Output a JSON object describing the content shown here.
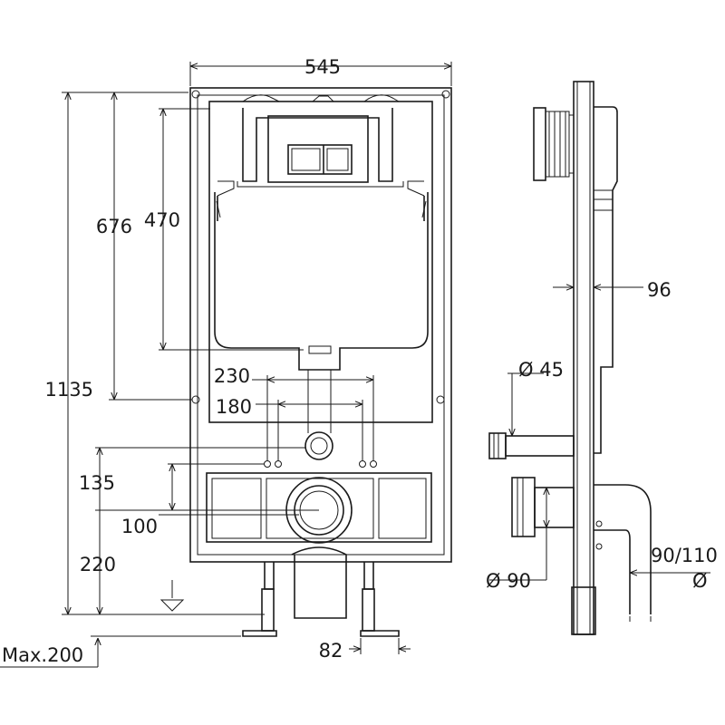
{
  "front_view": {
    "dim_width": "545",
    "dim_total_height": "1135",
    "dim_676": "676",
    "dim_470": "470",
    "dim_230": "230",
    "dim_180": "180",
    "dim_135": "135",
    "dim_100": "100",
    "dim_220": "220",
    "dim_82": "82",
    "dim_max": "Max.200"
  },
  "side_view": {
    "dim_depth": "96",
    "dim_inlet": "Ø 45",
    "dim_outlet": "Ø 90",
    "dim_drain": "90/110",
    "dim_drain_symbol": "Ø"
  }
}
